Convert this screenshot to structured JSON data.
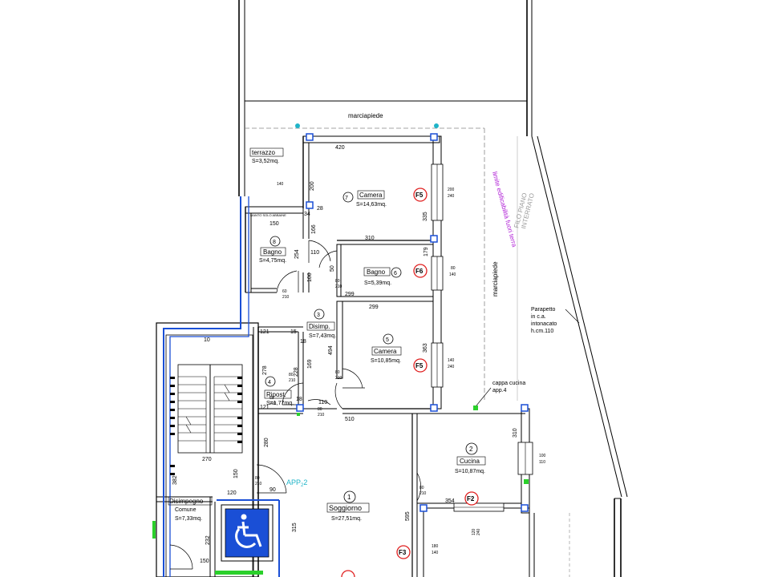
{
  "labels": {
    "marciapiede_top": "marciapiede",
    "marciapiede_side": "marciapiede",
    "terrazzo": "terrazzo",
    "terrazzo_area": "S=3,52mq.",
    "camera7": "Camera",
    "camera7_area": "S=14,63mq.",
    "bagno8_left": "Bagno",
    "bagno8_left_area": "S=4,75mq.",
    "bagno6": "Bagno",
    "bagno6_area": "S=5,39mq.",
    "disimp": "Disimp.",
    "disimp_area": "S=7,43mq.",
    "camera5": "Camera",
    "camera5_area": "S=10,85mq.",
    "ripost": "Ripost.",
    "ripost_area": "S=1,77mq.",
    "cucina": "Cucina",
    "cucina_area": "S=10,87mq.",
    "soggiorno": "Soggiorno",
    "soggiorno_area": "S=27,51mq.",
    "disimpegno": "Disimpegno",
    "disimpegno2": "Comune",
    "disimpegno_area": "S=7,33mq.",
    "cappa": "cappa cucina",
    "cappa2": "app.4",
    "parapetto": "Parapetto",
    "parapetto2": "in c.a.",
    "parapetto3": "intonacato",
    "parapetto4": "h.cm.110",
    "limite1": "limite edificabilità fuori terra",
    "filo1": "FILO PIANO",
    "filo2": "INTERRATO",
    "app2": "APP",
    "app2_sub": "2",
    "app2_end": "2",
    "num7": "7",
    "num8": "8",
    "num6": "6",
    "num3": "3",
    "num5": "5",
    "num4": "4",
    "num1": "1",
    "num2": "2",
    "nota_bagno": "MANTO SOLO ABBAINE"
  },
  "windows": {
    "f5a": "F5",
    "f6": "F6",
    "f5b": "F5",
    "f2": "F2",
    "f3": "F3"
  },
  "dims": {
    "d420": "420",
    "d200": "200",
    "d34": "34",
    "d28": "28",
    "d335": "335",
    "d150": "150",
    "d166": "166",
    "d310a": "310",
    "d179": "179",
    "d254": "254",
    "d110a": "110",
    "d50": "50",
    "d100": "100",
    "d299a": "299",
    "d299b": "299",
    "d121a": "121",
    "d15": "15",
    "d18a": "18",
    "d494": "494",
    "d363": "363",
    "d278": "278",
    "d228": "228",
    "d169": "169",
    "d18b": "18",
    "d121b": "121",
    "d110b": "110",
    "d510": "510",
    "d310b": "310",
    "d280": "280",
    "d270": "270",
    "d382": "382",
    "d150b": "150",
    "d120": "120",
    "d90": "90",
    "d595": "595",
    "d354": "354",
    "d315": "315",
    "d232": "232",
    "d150c": "150",
    "d10": "10",
    "w200_240": "200",
    "w200_240b": "240",
    "w80_140": "80",
    "w80_140b": "140",
    "w140_240": "140",
    "w140_240b": "240",
    "w100_110": "100",
    "w100_110b": "110",
    "w180_140": "180",
    "w180_140b": "140",
    "w120_240": "120",
    "w120_240b": "240",
    "dr80_210a": "80",
    "dr80_210ab": "210",
    "dr60_210": "60",
    "dr60_210b": "210",
    "dr80_210c": "80",
    "dr80_210cb": "210",
    "dr80_210d": "80",
    "dr80_210db": "210",
    "dr80_210e": "80",
    "dr80_210eb": "210",
    "dr60_210f": "60",
    "dr60_210fb": "210",
    "dr80_210g": "80",
    "dr80_210gb": "210",
    "dr80_210h": "80",
    "dr80_210hb": "210",
    "d140": "140"
  },
  "colors": {
    "accessible_bg": "#1a4fd6",
    "cyan_note": "#1fb4c8",
    "limite_text": "#b01fd6",
    "window_circle": "#e02020",
    "marker_blue": "#1a4fd6",
    "marker_green": "#2bd02b"
  },
  "icons": {
    "accessibility": "wheelchair-icon"
  }
}
